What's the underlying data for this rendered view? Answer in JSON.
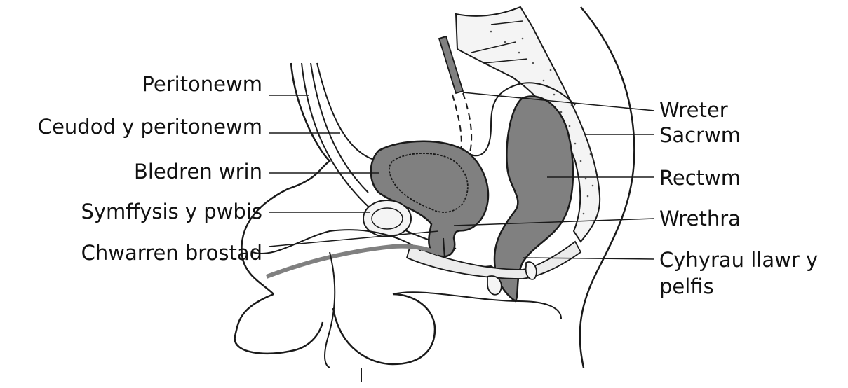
{
  "labels_left": [
    {
      "id": "peritoneum",
      "text": "Peritonewm"
    },
    {
      "id": "peritoneal-cavity",
      "text": "Ceudod y peritonewm"
    },
    {
      "id": "bladder",
      "text": "Bledren wrin"
    },
    {
      "id": "pubic-symphysis",
      "text": "Symffysis y pwbis"
    },
    {
      "id": "prostate",
      "text": "Chwarren brostad"
    }
  ],
  "labels_right": [
    {
      "id": "ureter",
      "text": "Wreter"
    },
    {
      "id": "sacrum",
      "text": "Sacrwm"
    },
    {
      "id": "rectum",
      "text": "Rectwm"
    },
    {
      "id": "urethra",
      "text": "Wrethra"
    },
    {
      "id": "pelvic-floor-line1",
      "text": "Cyhyrau llawr y"
    },
    {
      "id": "pelvic-floor-line2",
      "text": "pelfis"
    }
  ],
  "colors": {
    "organ_fill": "#808080",
    "line": "#1a1a1a",
    "text": "#111111"
  }
}
